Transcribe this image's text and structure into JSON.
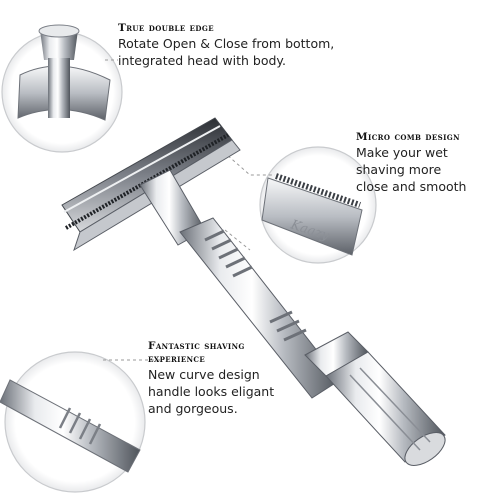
{
  "features": [
    {
      "title": "True double edge",
      "desc": [
        "Rotate Open & Close from bottom,",
        "integrated head with body."
      ]
    },
    {
      "title": "Micro comb design",
      "desc": [
        "Make your wet",
        "shaving  more",
        "close and smooth"
      ]
    },
    {
      "title": "Fantastic shaving experience",
      "desc": [
        "New curve design",
        "handle looks eligant",
        "and gorgeous."
      ]
    }
  ],
  "brand_engraving": "Kaazy",
  "colors": {
    "background": "#ffffff",
    "chrome_dark": "#5a5e66",
    "chrome_light": "#f4f5f7",
    "callout_line": "#9a9a9a"
  }
}
